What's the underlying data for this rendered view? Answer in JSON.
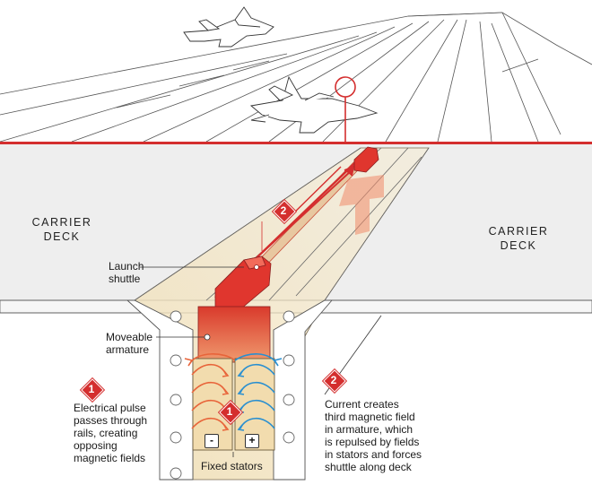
{
  "labels": {
    "deck_left": "CARRIER\nDECK",
    "deck_right": "CARRIER\nDECK",
    "launch_shuttle": "Launch\nshuttle",
    "moveable_armature": "Moveable\narmature",
    "fixed_stators": "Fixed stators",
    "step1_text": "Electrical pulse\npasses through\nrails, creating\nopposing\nmagnetic fields",
    "step2_text": "Current creates\nthird magnetic field\nin armature, which\nis repulsed by fields\nin stators and forces\nshuttle along deck"
  },
  "markers": {
    "step1": "1",
    "step2": "2"
  },
  "polarity": {
    "minus": "-",
    "plus": "+"
  },
  "colors": {
    "accent_red": "#d42e2e",
    "shuttle_red": "#e0362e",
    "field_orange": "#e8643a",
    "field_blue": "#2a8fd0",
    "stator_tan": "#f2dcae",
    "beam_tan": "#f3e6c6",
    "deck_gray": "#eeeeee",
    "line_dark": "#333333"
  }
}
